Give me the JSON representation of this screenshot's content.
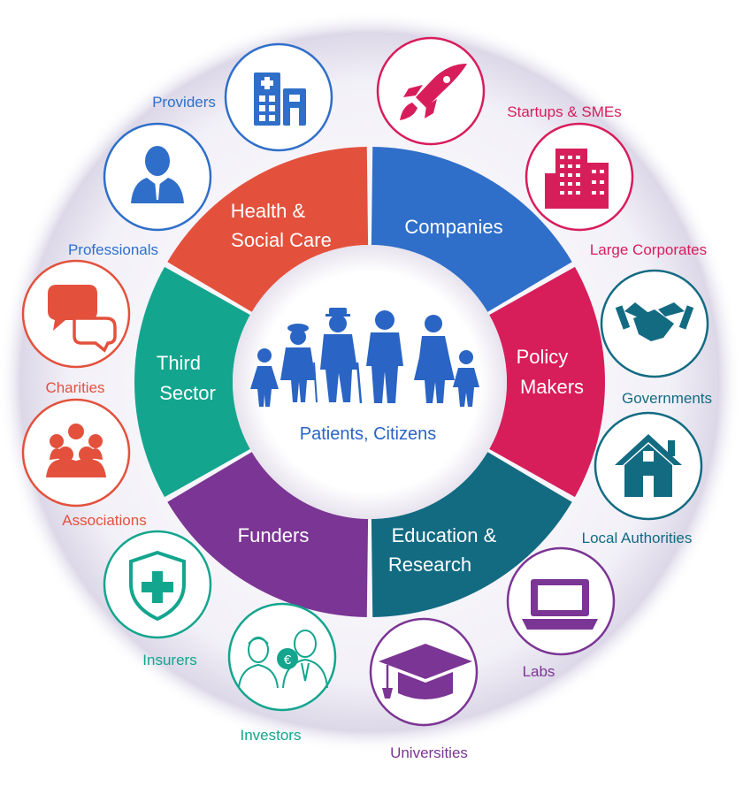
{
  "center": {
    "label": "Patients, Citizens",
    "icon": "family-icon",
    "color": "#2a64c4"
  },
  "segments": [
    {
      "key": "health",
      "lines": [
        "Health &",
        "Social Care"
      ],
      "color": "#2f6fc9"
    },
    {
      "key": "companies",
      "lines": [
        "Companies"
      ],
      "color": "#d81d5b"
    },
    {
      "key": "policy",
      "lines": [
        "Policy",
        "Makers"
      ],
      "color": "#136b82"
    },
    {
      "key": "education",
      "lines": [
        "Education &",
        "Research"
      ],
      "color": "#7b3594"
    },
    {
      "key": "funders",
      "lines": [
        "Funders"
      ],
      "color": "#14a58e"
    },
    {
      "key": "third",
      "lines": [
        "Third",
        "Sector"
      ],
      "color": "#e3513d"
    }
  ],
  "stakeholders": [
    {
      "key": "providers",
      "label": "Providers",
      "icon": "hospital-icon",
      "color": "#2f6fc9"
    },
    {
      "key": "professionals",
      "label": "Professionals",
      "icon": "professional-icon",
      "color": "#2f6fc9"
    },
    {
      "key": "startups",
      "label": "Startups & SMEs",
      "icon": "rocket-icon",
      "color": "#d81d5b"
    },
    {
      "key": "corporates",
      "label": "Large Corporates",
      "icon": "buildings-icon",
      "color": "#d81d5b"
    },
    {
      "key": "governments",
      "label": "Governments",
      "icon": "handshake-icon",
      "color": "#136b82"
    },
    {
      "key": "local",
      "label": "Local Authorities",
      "icon": "house-icon",
      "color": "#136b82"
    },
    {
      "key": "labs",
      "label": "Labs",
      "icon": "laptop-icon",
      "color": "#7b3594"
    },
    {
      "key": "universities",
      "label": "Universities",
      "icon": "graduation-cap-icon",
      "color": "#7b3594"
    },
    {
      "key": "investors",
      "label": "Investors",
      "icon": "investors-icon",
      "color": "#14a58e"
    },
    {
      "key": "insurers",
      "label": "Insurers",
      "icon": "shield-cross-icon",
      "color": "#14a58e"
    },
    {
      "key": "associations",
      "label": "Associations",
      "icon": "group-icon",
      "color": "#e3513d"
    },
    {
      "key": "charities",
      "label": "Charities",
      "icon": "speech-bubbles-icon",
      "color": "#e3513d"
    }
  ]
}
